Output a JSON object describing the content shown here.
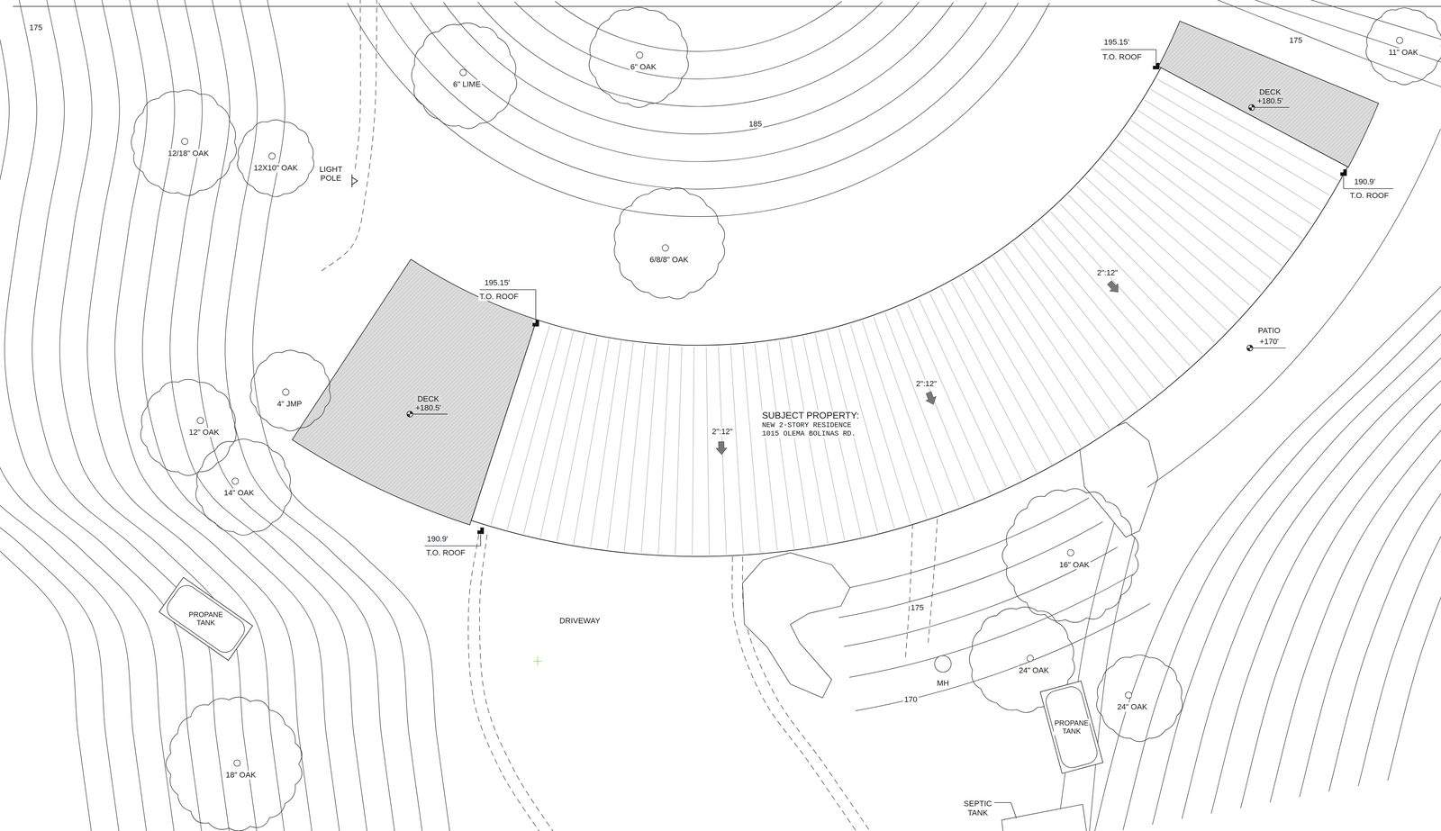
{
  "diagram": {
    "nodes": [
      {
        "text": [
          "12/18\" OAK"
        ]
      },
      {
        "text": [
          "12X10\" OAK"
        ]
      },
      {
        "text": [
          "6\" LIME"
        ]
      },
      {
        "text": [
          "6\" OAK"
        ]
      },
      {
        "text": [
          "11\" OAK"
        ]
      },
      {
        "text": [
          "DECK +180.5'"
        ]
      },
      {
        "text": [
          "6/8/8\" OAK"
        ]
      },
      {
        "text": [
          "DECK +180.5'"
        ]
      },
      {
        "text": [
          "4\" JMP"
        ]
      },
      {
        "text": [
          "12\" OAK"
        ]
      },
      {
        "text": [
          "14\" OAK"
        ]
      },
      {
        "text": [
          "SUBJECT PROPERTY:",
          "NEW 2-STORY RESIDENCE 1015 OLEMA BOLINAS RD."
        ]
      },
      {
        "text": [
          "16\" OAK"
        ]
      },
      {
        "text": [
          "PROPANE TANK"
        ]
      },
      {
        "text": [
          "24\" OAK"
        ]
      },
      {
        "text": [
          "24\" OAK"
        ]
      },
      {
        "text": [
          "PROPANE TANK"
        ]
      },
      {
        "text": [
          "18\" OAK"
        ]
      }
    ],
    "labels": [
      "175",
      "185",
      "LIGHT POLE",
      "175",
      "195.15'",
      "T.O. ROOF",
      "190.9'",
      "T.O. ROOF",
      "195.15'",
      "T.O. ROOF",
      "2\":12\"",
      "PATIO",
      "+170'",
      "2\":12\"",
      "2\":12\"",
      "190.9'",
      "T.O. ROOF",
      "175",
      "DRIVEWAY",
      "MH",
      "170",
      "SEPTIC TANK"
    ]
  }
}
